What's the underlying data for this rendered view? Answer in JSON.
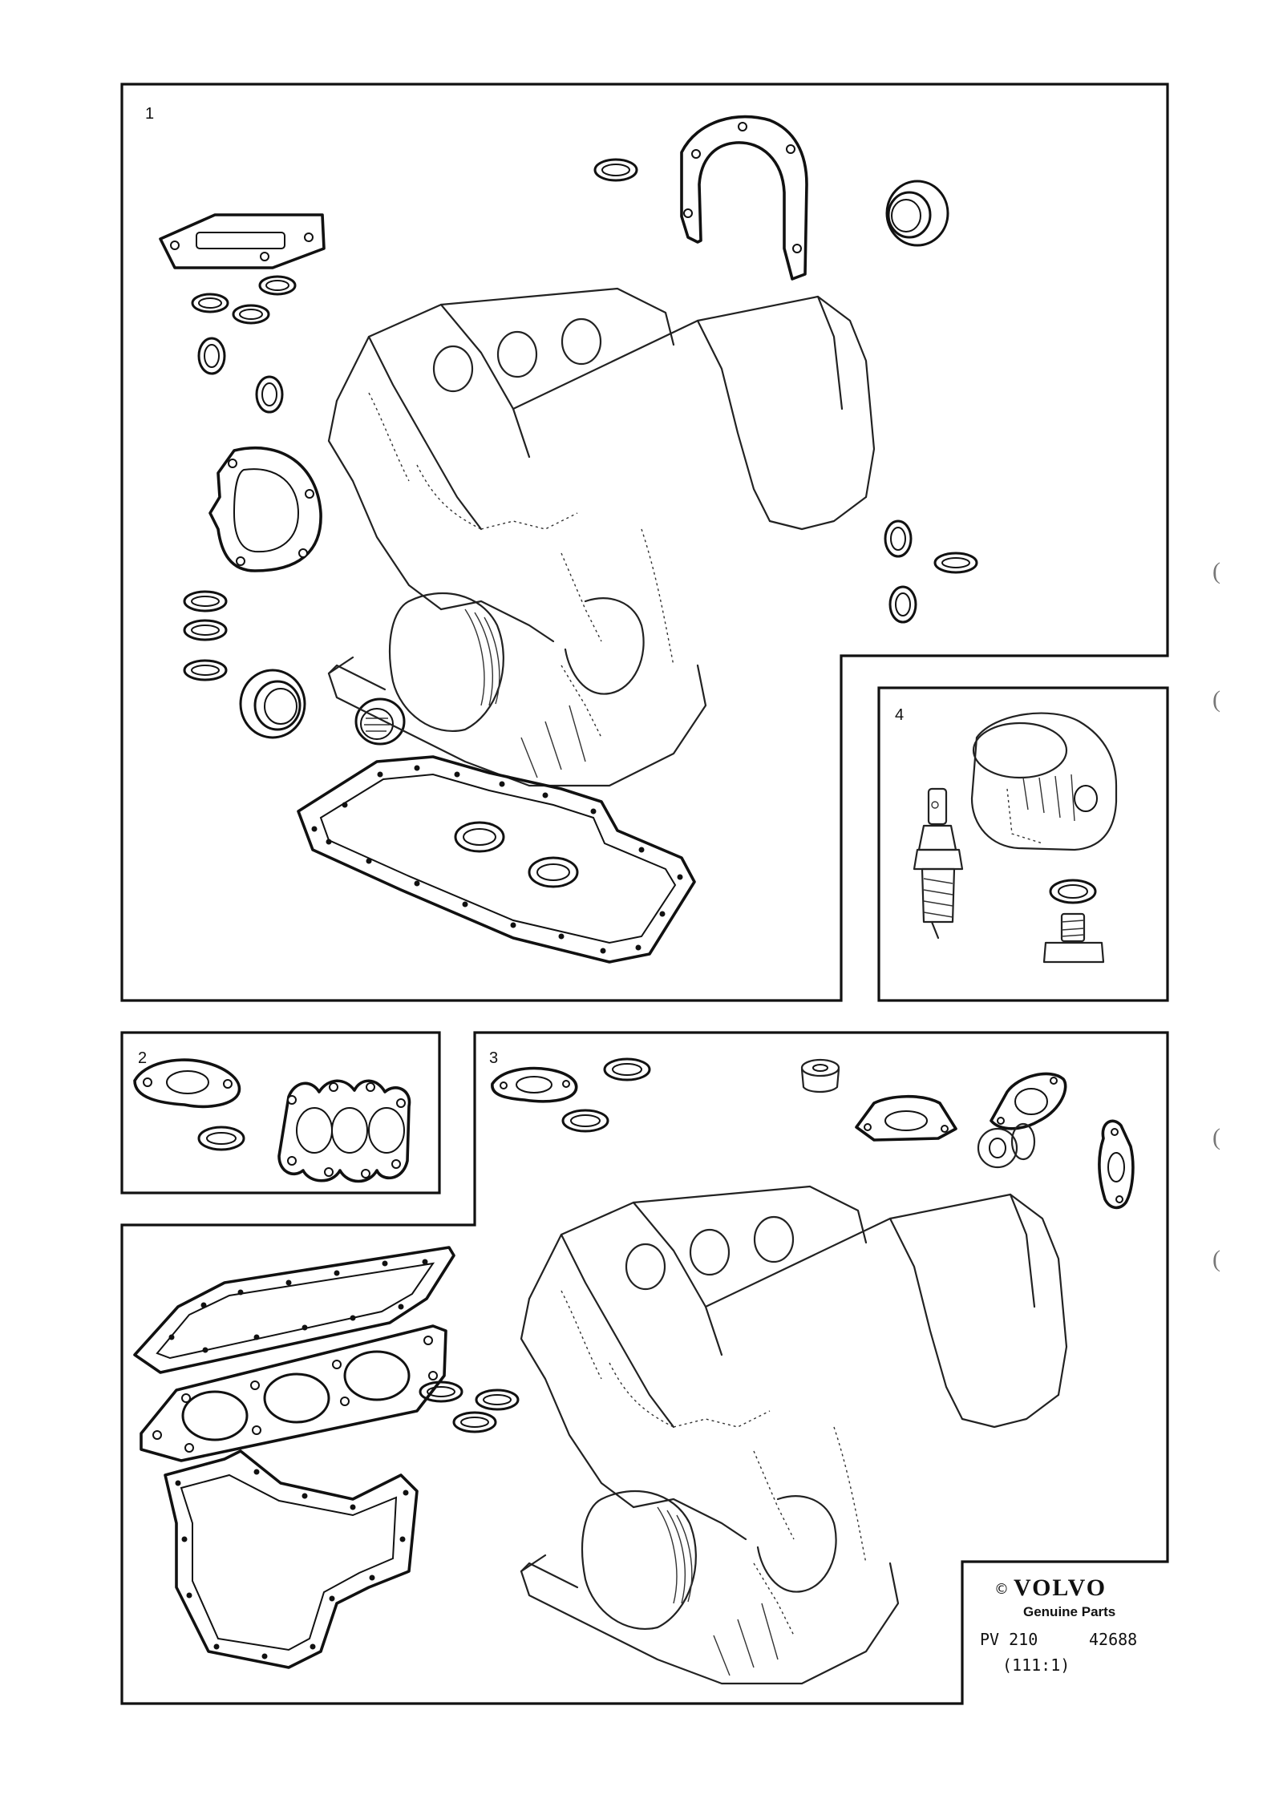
{
  "panels": [
    {
      "id": "panel-1",
      "label": "1"
    },
    {
      "id": "panel-2",
      "label": "2"
    },
    {
      "id": "panel-3",
      "label": "3"
    },
    {
      "id": "panel-4",
      "label": "4"
    }
  ],
  "badge": {
    "copyright": "©",
    "brand": "VOLVO",
    "subtitle": "Genuine Parts",
    "code_prefix": "PV 210",
    "code_number": "42688",
    "scale": "(111:1)"
  },
  "margin_marks": [
    "(",
    "(",
    "(",
    "("
  ],
  "colors": {
    "line": "#111111",
    "background": "#ffffff"
  },
  "icons": {
    "engine": "engine-block-icon",
    "oil_filter": "oil-filter-icon",
    "spark_plug": "spark-plug-icon",
    "drain_plug": "drain-plug-icon",
    "o_ring": "o-ring-icon",
    "seal": "shaft-seal-icon",
    "gasket": "gasket-icon"
  }
}
